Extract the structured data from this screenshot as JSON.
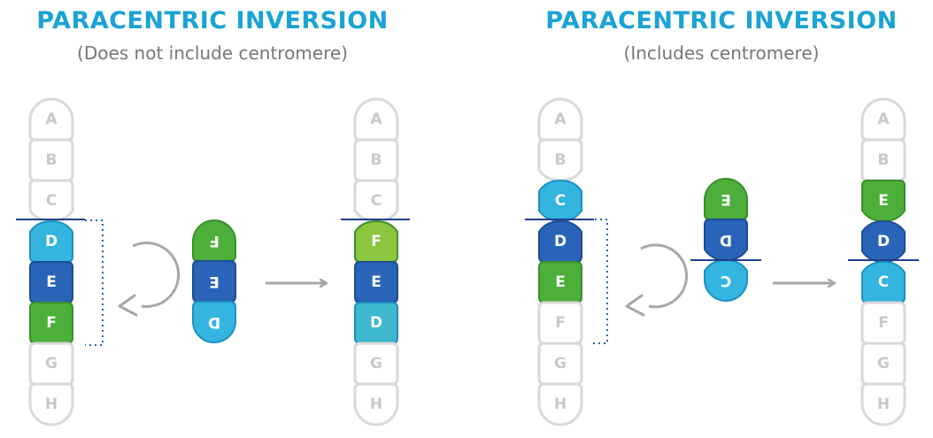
{
  "panels": [
    {
      "title": "PARACENTRIC INVERSION",
      "subtitle": "(Does not include centromere)"
    },
    {
      "title": "PARACENTRIC INVERSION",
      "subtitle": "(Includes centromere)"
    }
  ],
  "colors": {
    "title": "#1aa3d4",
    "subtitle": "#777777",
    "outline": "#d9d9d9",
    "ghost_text": "#c8c8c8",
    "light_blue": "#33b5e0",
    "dark_blue": "#2a64b8",
    "green": "#4caf3a",
    "light_green": "#8cc63f",
    "teal": "#3db8cf",
    "centromere_line": "#1f3f8f",
    "arrow": "#a8a8a8"
  },
  "chromosomes": [
    {
      "id": "left-original",
      "segments": [
        {
          "label": "A",
          "style": "ghost"
        },
        {
          "label": "B",
          "style": "ghost"
        },
        {
          "label": "C",
          "style": "ghost"
        },
        {
          "label": "D",
          "style": "light_blue"
        },
        {
          "label": "E",
          "style": "dark_blue"
        },
        {
          "label": "F",
          "style": "green"
        },
        {
          "label": "G",
          "style": "ghost"
        },
        {
          "label": "H",
          "style": "ghost"
        }
      ]
    },
    {
      "id": "left-fragment",
      "segments": [
        {
          "label": "F",
          "style": "green"
        },
        {
          "label": "E",
          "style": "dark_blue"
        },
        {
          "label": "D",
          "style": "light_blue"
        }
      ]
    },
    {
      "id": "left-result",
      "segments": [
        {
          "label": "A",
          "style": "ghost"
        },
        {
          "label": "B",
          "style": "ghost"
        },
        {
          "label": "C",
          "style": "ghost"
        },
        {
          "label": "F",
          "style": "light_green"
        },
        {
          "label": "E",
          "style": "dark_blue"
        },
        {
          "label": "D",
          "style": "teal"
        },
        {
          "label": "G",
          "style": "ghost"
        },
        {
          "label": "H",
          "style": "ghost"
        }
      ]
    },
    {
      "id": "right-original",
      "segments": [
        {
          "label": "A",
          "style": "ghost"
        },
        {
          "label": "B",
          "style": "ghost"
        },
        {
          "label": "C",
          "style": "light_blue"
        },
        {
          "label": "D",
          "style": "dark_blue"
        },
        {
          "label": "E",
          "style": "green"
        },
        {
          "label": "F",
          "style": "ghost"
        },
        {
          "label": "G",
          "style": "ghost"
        },
        {
          "label": "H",
          "style": "ghost"
        }
      ]
    },
    {
      "id": "right-fragment",
      "segments": [
        {
          "label": "E",
          "style": "green"
        },
        {
          "label": "D",
          "style": "dark_blue"
        },
        {
          "label": "C",
          "style": "light_blue"
        }
      ]
    },
    {
      "id": "right-result",
      "segments": [
        {
          "label": "A",
          "style": "ghost"
        },
        {
          "label": "B",
          "style": "ghost"
        },
        {
          "label": "E",
          "style": "green"
        },
        {
          "label": "D",
          "style": "dark_blue"
        },
        {
          "label": "C",
          "style": "light_blue"
        },
        {
          "label": "F",
          "style": "ghost"
        },
        {
          "label": "G",
          "style": "ghost"
        },
        {
          "label": "H",
          "style": "ghost"
        }
      ]
    }
  ]
}
